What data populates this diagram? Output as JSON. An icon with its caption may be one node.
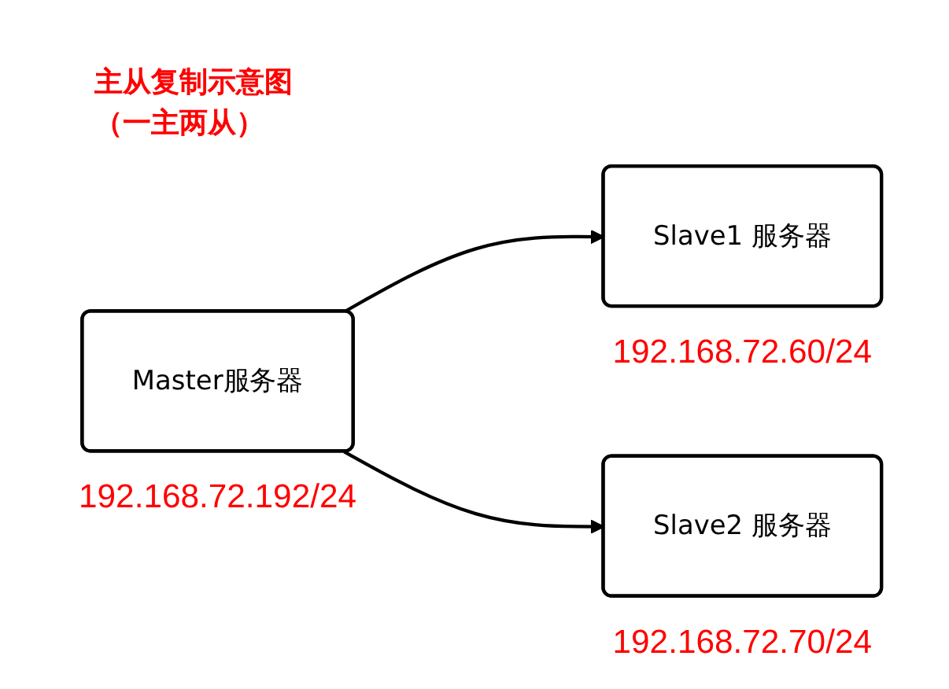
{
  "diagram": {
    "title": "主从复制示意图（一主两从）",
    "nodes": [
      {
        "text": [
          "Master服务器"
        ],
        "beside": [
          "192.168.72.192/24"
        ]
      },
      {
        "text": [
          "Slave1 服务器"
        ],
        "beside": [
          "192.168.72.60/24"
        ]
      },
      {
        "text": [
          "Slave2 服务器"
        ],
        "beside": [
          "192.168.72.70/24"
        ]
      }
    ],
    "edges": [
      {
        "from": 0,
        "to": 1,
        "arrow": "to"
      },
      {
        "from": 0,
        "to": 2,
        "arrow": "to"
      }
    ]
  }
}
